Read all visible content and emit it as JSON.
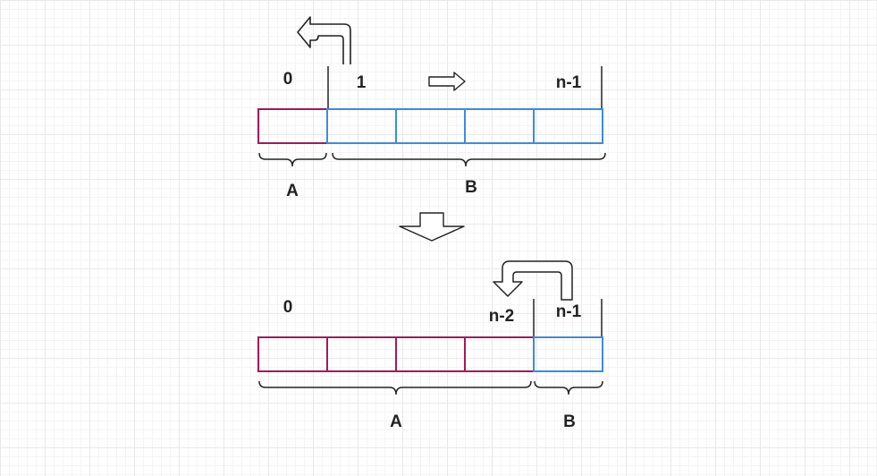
{
  "colors": {
    "region_a": "#a3195b",
    "region_b": "#3b8ddd",
    "ink": "#222222"
  },
  "top": {
    "index_first": "0",
    "index_second": "1",
    "index_last": "n-1",
    "brace_a": "A",
    "brace_b": "B"
  },
  "bottom": {
    "index_first": "0",
    "index_second_last": "n-2",
    "index_last": "n-1",
    "brace_a": "A",
    "brace_b": "B"
  },
  "icons": [
    "curved-arrow-icon",
    "right-arrow-icon",
    "down-arrow-icon"
  ]
}
